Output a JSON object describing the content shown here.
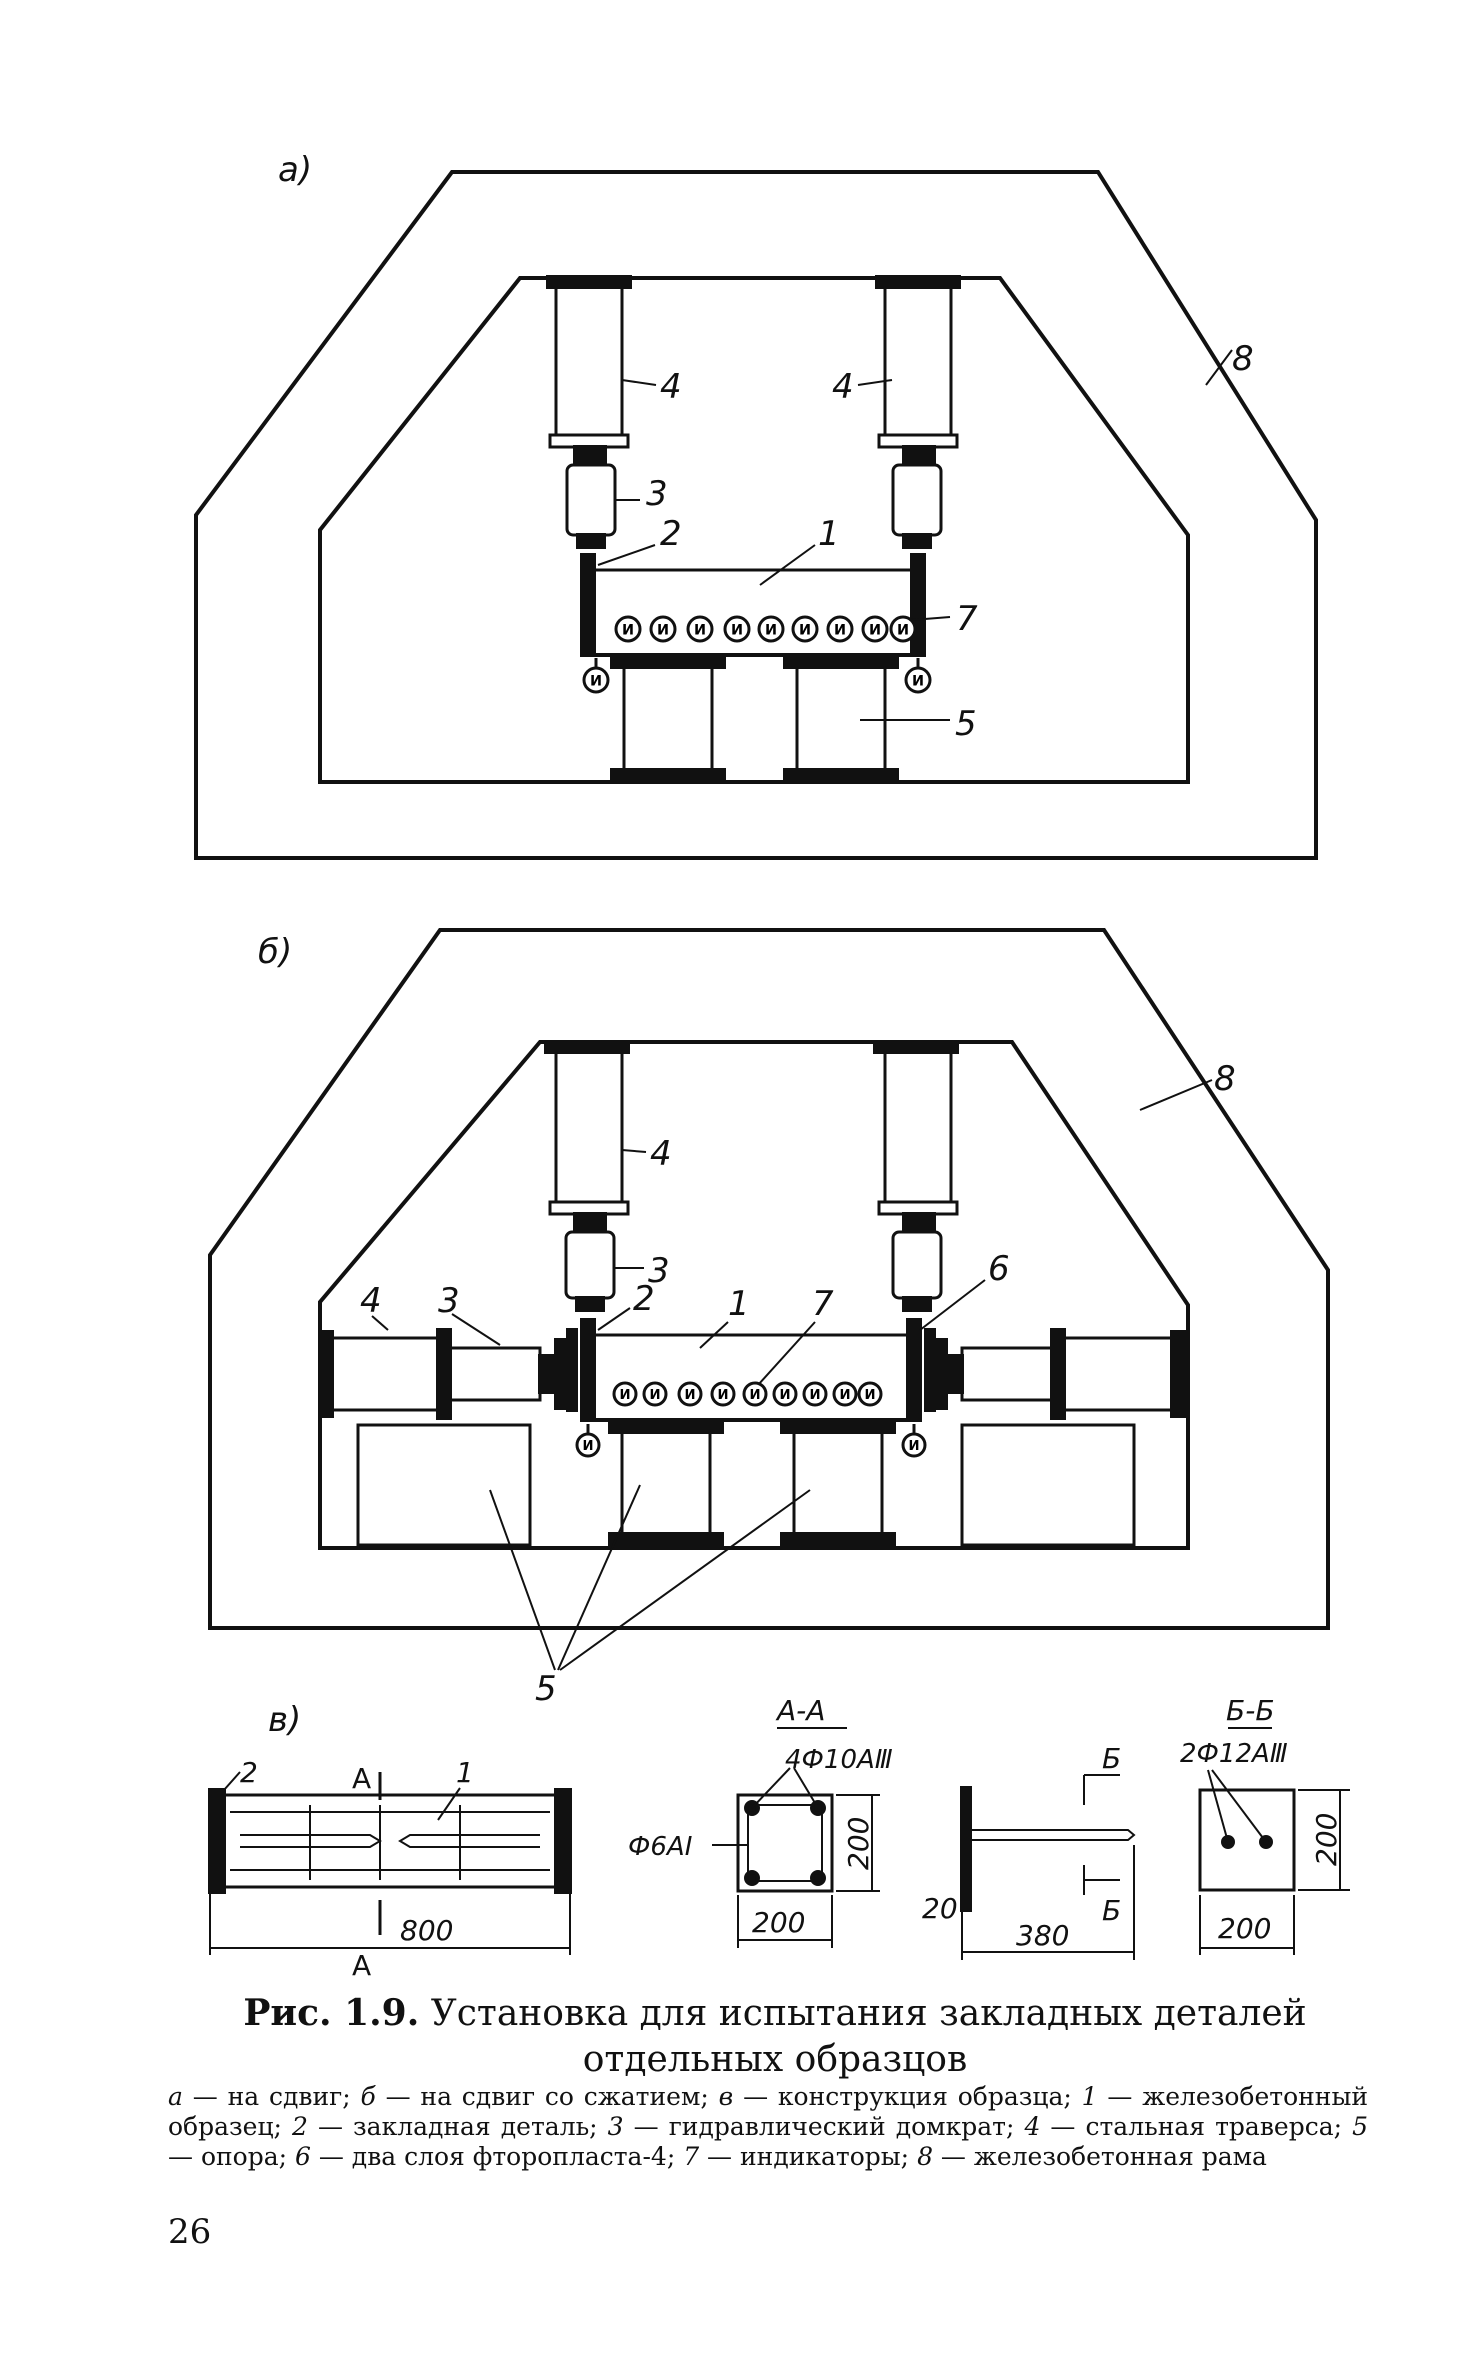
{
  "figure": {
    "panel_a_letter": "а)",
    "panel_b_letter": "б)",
    "panel_c_letter": "в)",
    "labels_a": [
      "1",
      "2",
      "3",
      "4",
      "4",
      "5",
      "7",
      "8"
    ],
    "labels_b": [
      "1",
      "2",
      "3",
      "3",
      "4",
      "4",
      "5",
      "6",
      "7",
      "8"
    ],
    "labels_c": [
      "2",
      "А",
      "1",
      "800",
      "А"
    ],
    "section_aa": {
      "title": "А-А",
      "rebar": "4Ф10АⅢ",
      "stirrup": "Ф6АⅠ",
      "w": "200",
      "h": "200"
    },
    "plate": {
      "mark": "Б",
      "t": "20",
      "len": "380"
    },
    "section_bb": {
      "title": "Б-Б",
      "rebar": "2Ф12АⅢ",
      "w": "200",
      "h": "200"
    },
    "gauge": "И"
  },
  "caption": {
    "prefix": "Рис. 1.9.",
    "title": "Установка для испытания закладных деталей отдельных образцов",
    "items": [
      {
        "key": "а",
        "text": " — на сдвиг; "
      },
      {
        "key": "б",
        "text": " — на сдвиг со сжатием; "
      },
      {
        "key": "в",
        "text": " — конструкция образца; "
      },
      {
        "key": "1",
        "text": " — железобетонный образец; "
      },
      {
        "key": "2",
        "text": " — закладная деталь; "
      },
      {
        "key": "3",
        "text": " — гидравлический домкрат; "
      },
      {
        "key": "4",
        "text": " — стальная траверса; "
      },
      {
        "key": "5",
        "text": " — опора; "
      },
      {
        "key": "6",
        "text": " — два слоя фторопласта-4; "
      },
      {
        "key": "7",
        "text": " — индикаторы; "
      },
      {
        "key": "8",
        "text": " — железобетонная рама"
      }
    ]
  },
  "page_number": "26"
}
